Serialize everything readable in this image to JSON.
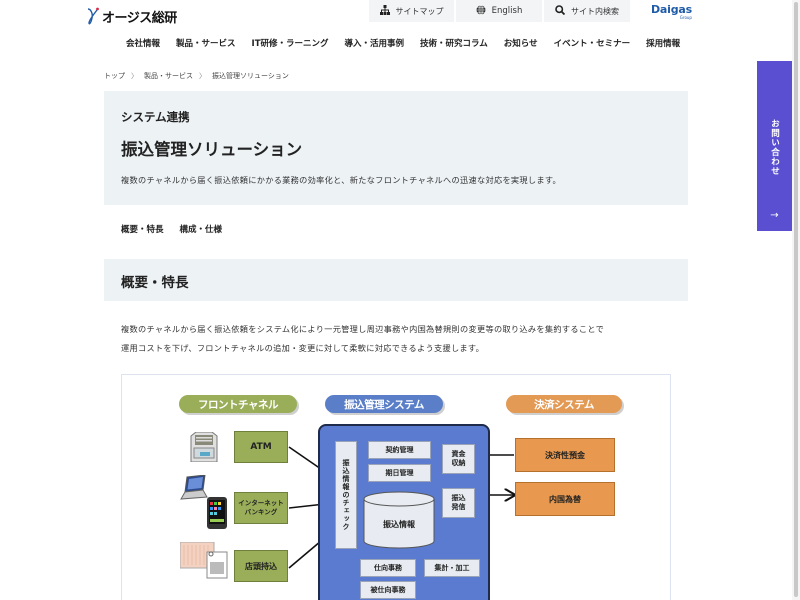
{
  "header": {
    "logo_text": "オージス総研",
    "utility": [
      {
        "icon": "sitemap-icon",
        "label": "サイトマップ"
      },
      {
        "icon": "globe-icon",
        "label": "English"
      },
      {
        "icon": "search-icon",
        "label": "サイト内検索"
      }
    ],
    "group_logo": {
      "name": "Daigas",
      "sub": "Group"
    },
    "nav": [
      "会社情報",
      "製品・サービス",
      "IT研修・ラーニング",
      "導入・活用事例",
      "技術・研究コラム",
      "お知らせ",
      "イベント・セミナー",
      "採用情報"
    ]
  },
  "breadcrumb": [
    "トップ",
    "製品・サービス",
    "振込管理ソリューション"
  ],
  "breadcrumb_sep": "〉",
  "hero": {
    "category": "システム連携",
    "title": "振込管理ソリューション",
    "description": "複数のチャネルから届く振込依頼にかかる業務の効率化と、新たなフロントチャネルへの迅速な対応を実現します。"
  },
  "anchors": [
    "概要・特長",
    "構成・仕様"
  ],
  "section": {
    "title": "概要・特長",
    "body_line1": "複数のチャネルから届く振込依頼をシステム化により一元管理し周辺事務や内国為替規則の変更等の取り込みを集約することで",
    "body_line2": "運用コストを下げ、フロントチャネルの追加・変更に対して柔軟に対応できるよう支援します。"
  },
  "diagram": {
    "headers": {
      "front": "フロントチャネル",
      "system": "振込管理システム",
      "settlement": "決済システム"
    },
    "front_channels": [
      "ATM",
      "インターネット\nバンキング",
      "店頭持込"
    ],
    "check": "振込情報のチェック",
    "modules": {
      "contract": "契約管理",
      "date": "期日管理",
      "db": "振込情報",
      "receive": "資金\n収納",
      "send": "振込\n発信",
      "office": "仕向事務",
      "recv_office": "被仕向事務",
      "aggregate": "集計・加工"
    },
    "settlement": [
      "決済性預金",
      "内国為替"
    ],
    "colors": {
      "front": "#9aae5a",
      "system": "#5a7bd0",
      "settlement": "#e9994f"
    }
  },
  "contact": {
    "label": "お問い合わせ",
    "arrow": "→"
  },
  "colors": {
    "accent": "#5a4fd0",
    "hero_bg": "#edf2f5",
    "brand_blue": "#1f5ba8"
  }
}
